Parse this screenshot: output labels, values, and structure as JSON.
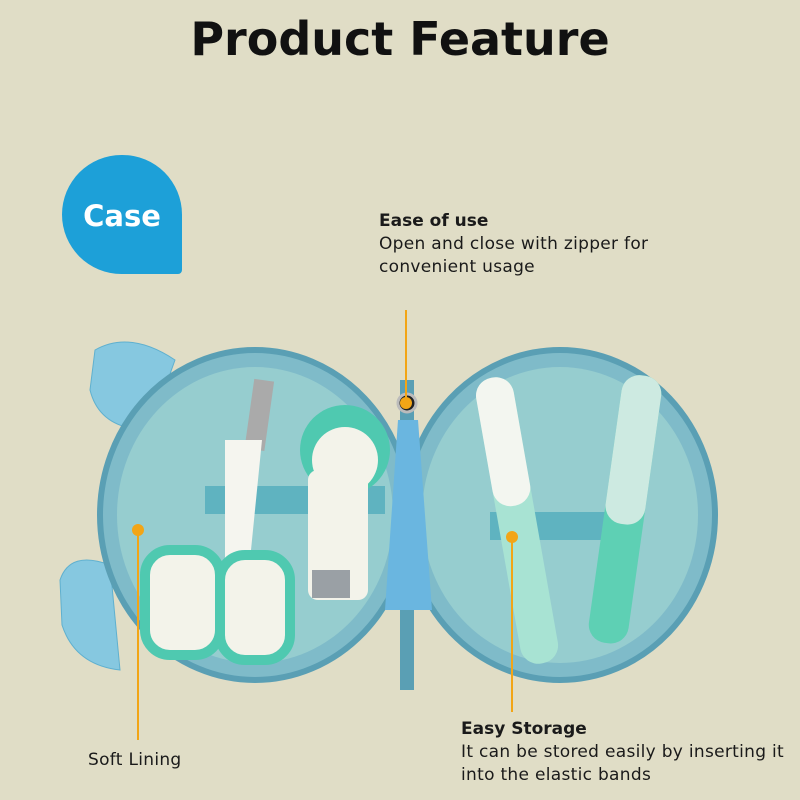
{
  "title": "Product Feature",
  "badge": "Case",
  "annotations": {
    "ease": {
      "heading": "Ease of use",
      "text": "Open and close with zipper for convenient usage"
    },
    "storage": {
      "heading": "Easy Storage",
      "text": "It can be stored easily by inserting it into the elastic bands"
    },
    "lining": {
      "text": "Soft Lining"
    }
  },
  "colors": {
    "background": "#e0ddc6",
    "accent": "#1da0d8",
    "marker": "#f2a516",
    "lining": "#8fc9cc",
    "mint": "#4fc9b0"
  }
}
